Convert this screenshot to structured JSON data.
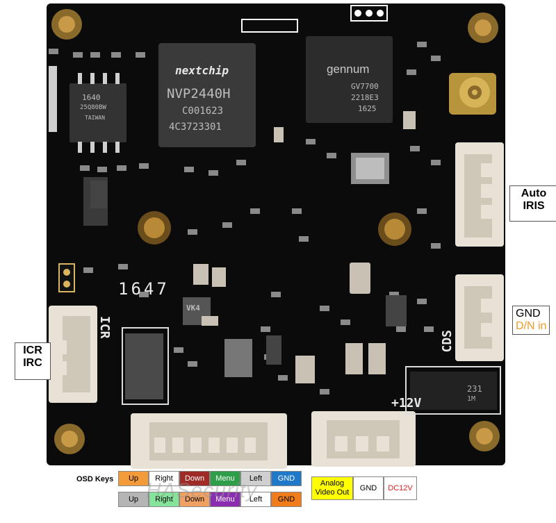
{
  "labels": {
    "auto_iris": [
      "Auto",
      "IRIS"
    ],
    "gnd": "GND",
    "dn_in": "D/N in",
    "icr_irc": [
      "ICR",
      "IRC"
    ]
  },
  "chips": {
    "main_brand": "nextchip",
    "main_part": "NVP2440H",
    "main_code1": "C001623",
    "main_code2": "4C3723301",
    "gennum_brand": "gennum",
    "gennum_part": "GV7700",
    "gennum_code1": "2218E3",
    "gennum_code2": "1625",
    "flash_code1": "1640",
    "flash_code2": "25Q80BW",
    "flash_code3": "TAIWAN"
  },
  "silkscreen": {
    "date": "1647",
    "icr": "ICR",
    "cds": "CDS",
    "v12": "+12V",
    "vk4": "VK4",
    "diode": "231",
    "diode2": "1M"
  },
  "osd": {
    "title": "OSD Keys",
    "row1": [
      {
        "label": "Up",
        "color": "#f39b3a"
      },
      {
        "label": "Right",
        "color": "#ffffff"
      },
      {
        "label": "Down",
        "color": "#9e2b25"
      },
      {
        "label": "Menu",
        "color": "#2e9e48"
      },
      {
        "label": "Left",
        "color": "#cfcfcf"
      },
      {
        "label": "GND",
        "color": "#1f78c8"
      }
    ],
    "row2": [
      {
        "label": "Up",
        "color": "#b5b5b5"
      },
      {
        "label": "Right",
        "color": "#86e39a"
      },
      {
        "label": "Down",
        "color": "#f0a060"
      },
      {
        "label": "Menu",
        "color": "#8a2db0"
      },
      {
        "label": "Left",
        "color": "#ffffff"
      },
      {
        "label": "GND",
        "color": "#f07d1a"
      }
    ],
    "legend": [
      {
        "label": "Analog Video Out",
        "color": "#ffff00",
        "text_color": "#000000"
      },
      {
        "label": "GND",
        "color": "#ffffff",
        "text_color": "#000000"
      },
      {
        "label": "DC12V",
        "color": "#ffffff",
        "text_color": "#e02020"
      }
    ]
  },
  "watermark": "HASecurity"
}
